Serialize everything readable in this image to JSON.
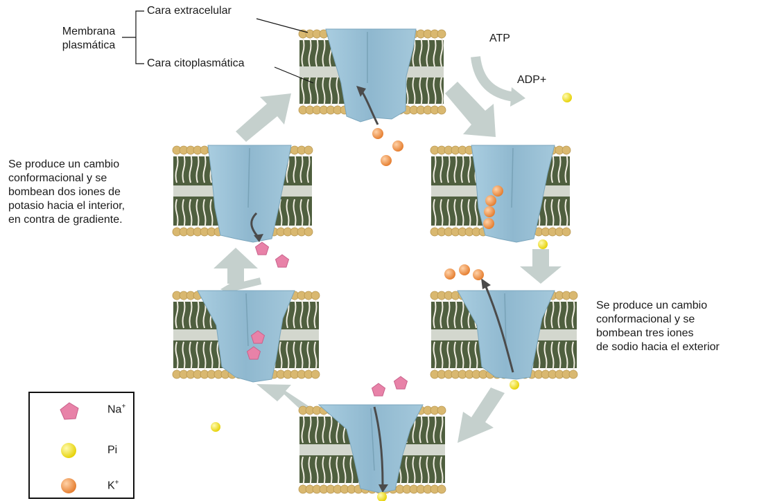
{
  "labels": {
    "membrane": "Membrana\nplasmática",
    "extracellular_face": "Cara extracelular",
    "cytoplasmic_face": "Cara citoplasmática",
    "atp": "ATP",
    "adp": "ADP+",
    "left_description": "Se produce un cambio\nconformacional y se\nbombean dos iones de\npotasio hacia el interior,\nen contra de gradiente.",
    "right_description": "Se produce un cambio\nconformacional y se\nbombean tres iones\nde sodio hacia el exterior"
  },
  "legend": [
    {
      "symbol": "Na",
      "superscript": "+",
      "icon": "pink-pentagon",
      "color": "#e882a8"
    },
    {
      "symbol": "Pi",
      "superscript": "",
      "icon": "yellow-sphere",
      "color": "#f2e21a"
    },
    {
      "symbol": "K",
      "superscript": "+",
      "icon": "orange-sphere",
      "color": "#f08c3c"
    }
  ],
  "colors": {
    "protein": "#9cc3d6",
    "lipid_head": "#d9b870",
    "membrane_core": "#4f5f3f",
    "cycle_arrow": "#c4cfcc"
  }
}
